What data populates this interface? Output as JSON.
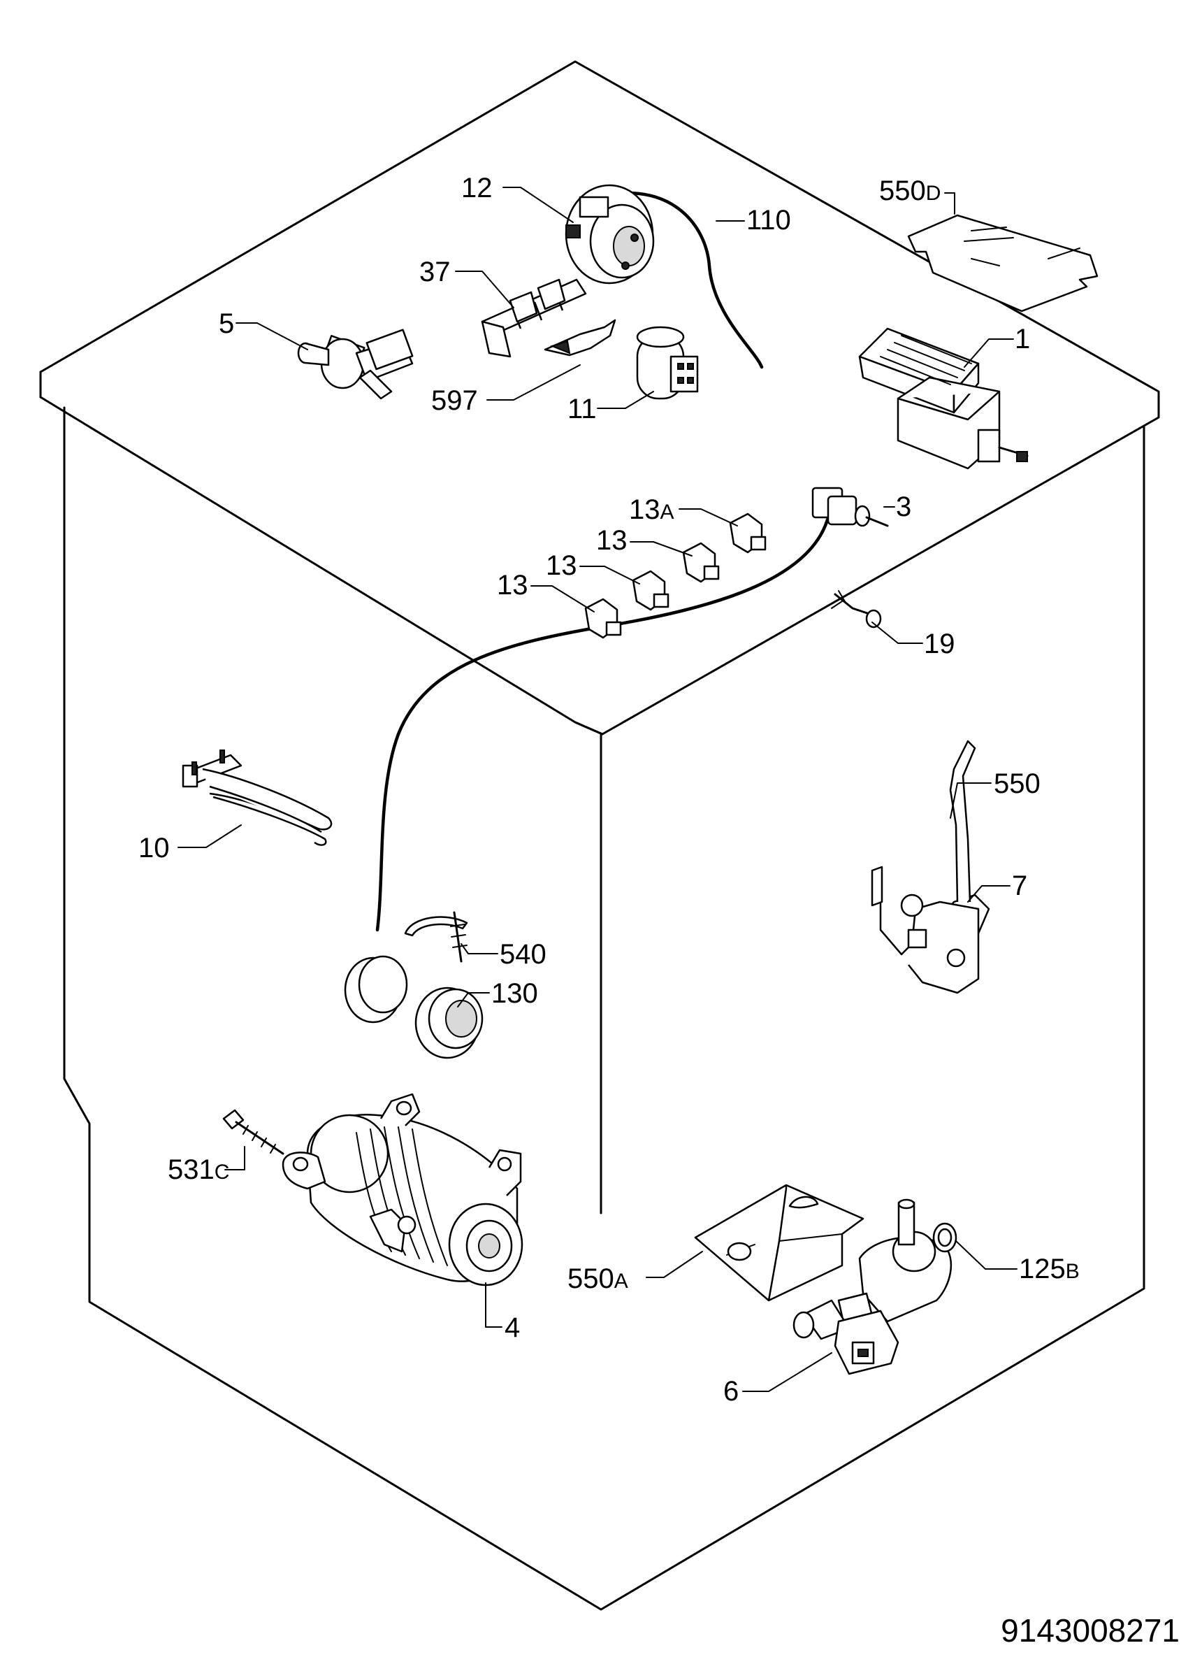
{
  "drawing_number": "9143008271",
  "labels": {
    "l12": "12",
    "l110": "110",
    "l550d": "550",
    "l550d_suffix": "D",
    "l37": "37",
    "l5": "5",
    "l597": "597",
    "l11": "11",
    "l1": "1",
    "l3": "3",
    "l13a": "13",
    "l13a_suffix": "A",
    "l13_1": "13",
    "l13_2": "13",
    "l13_3": "13",
    "l19": "19",
    "l550": "550",
    "l10": "10",
    "l7": "7",
    "l540": "540",
    "l130": "130",
    "l531c": "531",
    "l531c_suffix": "C",
    "l4": "4",
    "l550a": "550",
    "l550a_suffix": "A",
    "l125b": "125",
    "l125b_suffix": "B",
    "l6": "6"
  }
}
